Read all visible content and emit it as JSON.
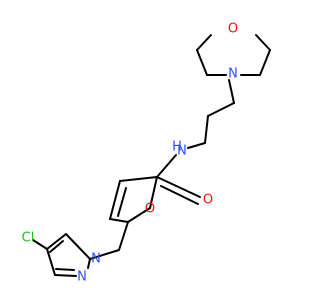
{
  "molecule": {
    "atoms": {
      "O_morph": {
        "label": "O",
        "color": "#ff0d0d"
      },
      "N_morph": {
        "label": "N",
        "color": "#3050f8"
      },
      "N_amide": {
        "label": "N",
        "color": "#3050f8"
      },
      "H_amide": {
        "label": "H",
        "color": "#3050f8"
      },
      "O_carbonyl": {
        "label": "O",
        "color": "#ff0d0d"
      },
      "O_furan": {
        "label": "O",
        "color": "#ff0d0d"
      },
      "Cl": {
        "label": "Cl",
        "color": "#1fc01f"
      },
      "N_pyr1": {
        "label": "N",
        "color": "#3050f8"
      },
      "N_pyr2": {
        "label": "N",
        "color": "#3050f8"
      }
    }
  }
}
